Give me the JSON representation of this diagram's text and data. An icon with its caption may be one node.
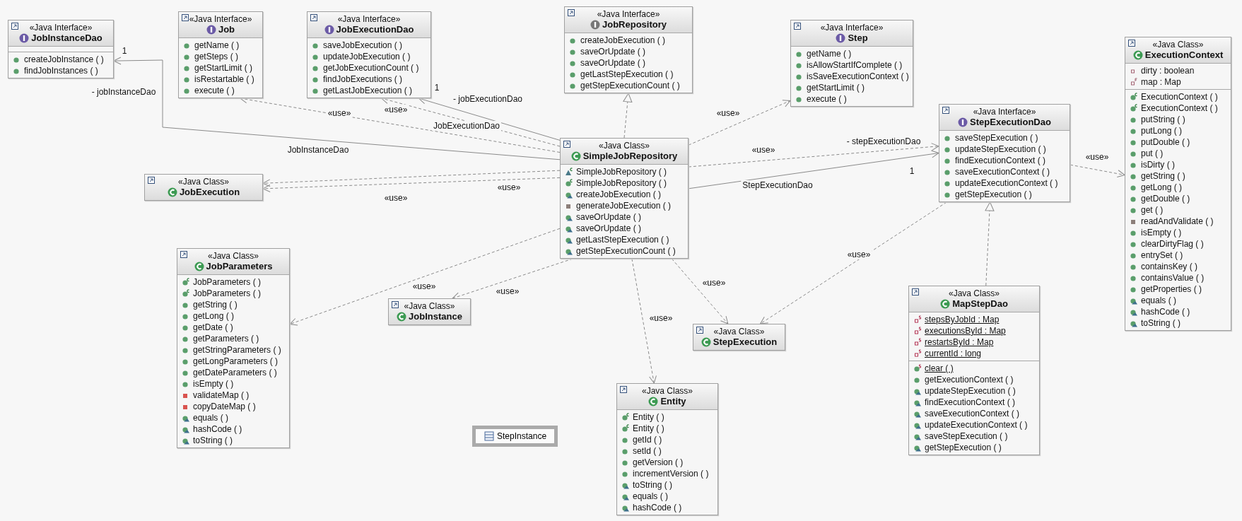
{
  "diagram": {
    "nodes": [
      {
        "text": [
          "«Java Interface»",
          "JobInstanceDao",
          "createJobInstance ( )",
          "findJobInstances ( )"
        ]
      },
      {
        "text": [
          "«Java Interface»",
          "Job",
          "getName ( )",
          "getSteps ( )",
          "getStartLimit ( )",
          "isRestartable ( )",
          "execute ( )"
        ]
      },
      {
        "text": [
          "«Java Interface»",
          "JobExecutionDao",
          "saveJobExecution ( )",
          "updateJobExecution ( )",
          "getJobExecutionCount ( )",
          "findJobExecutions ( )",
          "getLastJobExecution ( )"
        ]
      },
      {
        "text": [
          "«Java Interface»",
          "JobRepository",
          "createJobExecution ( )",
          "saveOrUpdate ( )",
          "saveOrUpdate ( )",
          "getLastStepExecution ( )",
          "getStepExecutionCount ( )"
        ]
      },
      {
        "text": [
          "«Java Interface»",
          "Step",
          "getName ( )",
          "isAllowStartIfComplete ( )",
          "isSaveExecutionContext ( )",
          "getStartLimit ( )",
          "execute ( )"
        ]
      },
      {
        "text": [
          "«Java Class»",
          "ExecutionContext",
          "dirty : boolean",
          "map : Map",
          "ExecutionContext ( )",
          "ExecutionContext ( )",
          "putString ( )",
          "putLong ( )",
          "putDouble ( )",
          "put ( )",
          "isDirty ( )",
          "getString ( )",
          "getLong ( )",
          "getDouble ( )",
          "get ( )",
          "readAndValidate ( )",
          "isEmpty ( )",
          "clearDirtyFlag ( )",
          "entrySet ( )",
          "containsKey ( )",
          "containsValue ( )",
          "getProperties ( )",
          "equals ( )",
          "hashCode ( )",
          "toString ( )"
        ]
      },
      {
        "text": [
          "«Java Interface»",
          "StepExecutionDao",
          "saveStepExecution ( )",
          "updateStepExecution ( )",
          "findExecutionContext ( )",
          "saveExecutionContext ( )",
          "updateExecutionContext ( )",
          "getStepExecution ( )"
        ]
      },
      {
        "text": [
          "«Java Class»",
          "SimpleJobRepository",
          "SimpleJobRepository ( )",
          "SimpleJobRepository ( )",
          "createJobExecution ( )",
          "generateJobExecution ( )",
          "saveOrUpdate ( )",
          "saveOrUpdate ( )",
          "getLastStepExecution ( )",
          "getStepExecutionCount ( )"
        ]
      },
      {
        "text": [
          "«Java Class»",
          "JobExecution"
        ]
      },
      {
        "text": [
          "«Java Class»",
          "JobParameters",
          "JobParameters ( )",
          "JobParameters ( )",
          "getString ( )",
          "getLong ( )",
          "getDate ( )",
          "getParameters ( )",
          "getStringParameters ( )",
          "getLongParameters ( )",
          "getDateParameters ( )",
          "isEmpty ( )",
          "validateMap ( )",
          "copyDateMap ( )",
          "equals ( )",
          "hashCode ( )",
          "toString ( )"
        ]
      },
      {
        "text": [
          "«Java Class»",
          "JobInstance"
        ]
      },
      {
        "text": [
          "StepInstance"
        ]
      },
      {
        "text": [
          "«Java Class»",
          "StepExecution"
        ]
      },
      {
        "text": [
          "«Java Class»",
          "Entity",
          "Entity ( )",
          "Entity ( )",
          "getId ( )",
          "setId ( )",
          "getVersion ( )",
          "incrementVersion ( )",
          "toString ( )",
          "equals ( )",
          "hashCode ( )"
        ]
      },
      {
        "text": [
          "«Java Class»",
          "MapStepDao",
          "stepsByJobId : Map",
          "executionsById : Map",
          "restartsById : Map",
          "currentId : long",
          "clear ( )",
          "getExecutionContext ( )",
          "updateStepExecution ( )",
          "findExecutionContext ( )",
          "saveExecutionContext ( )",
          "updateExecutionContext ( )",
          "saveStepExecution ( )",
          "getStepExecution ( )"
        ]
      }
    ],
    "edges": [
      {
        "from": 7,
        "to": 0,
        "arrow": "to",
        "label": "- jobInstanceDao"
      },
      {
        "from": 7,
        "to": 1,
        "arrow": "to",
        "label": "«use»",
        "style": "dashed"
      },
      {
        "from": 7,
        "to": 2,
        "arrow": "to",
        "label": "- jobExecutionDao"
      },
      {
        "from": 7,
        "to": 2,
        "arrow": "to",
        "label": "«use»",
        "style": "dashed"
      },
      {
        "from": 7,
        "to": 8,
        "arrow": "to",
        "label": "«use»",
        "style": "dashed"
      },
      {
        "from": 7,
        "to": 8,
        "arrow": "to",
        "label": "«use»",
        "style": "dashed"
      },
      {
        "from": 7,
        "to": 3,
        "arrow": "to",
        "style": "dashed"
      },
      {
        "from": 7,
        "to": 4,
        "arrow": "to",
        "label": "«use»",
        "style": "dashed"
      },
      {
        "from": 7,
        "to": 6,
        "arrow": "to",
        "label": "- stepExecutionDao"
      },
      {
        "from": 7,
        "to": 6,
        "arrow": "to",
        "label": "«use»",
        "style": "dashed"
      },
      {
        "from": 7,
        "to": 9,
        "arrow": "to",
        "label": "«use»",
        "style": "dashed"
      },
      {
        "from": 7,
        "to": 10,
        "arrow": "to",
        "label": "«use»",
        "style": "dashed"
      },
      {
        "from": 7,
        "to": 13,
        "arrow": "to",
        "label": "«use»",
        "style": "dashed"
      },
      {
        "from": 7,
        "to": 12,
        "arrow": "to",
        "label": "«use»",
        "style": "dashed"
      },
      {
        "from": 6,
        "to": 12,
        "arrow": "to",
        "label": "«use»",
        "style": "dashed"
      },
      {
        "from": 6,
        "to": 5,
        "arrow": "to",
        "label": "«use»",
        "style": "dashed"
      },
      {
        "from": 14,
        "to": 6,
        "arrow": "to",
        "style": "dashed"
      }
    ],
    "labels": [
      "1",
      "1",
      "JobInstanceDao",
      "JobExecutionDao",
      "StepExecutionDao",
      "1"
    ]
  }
}
